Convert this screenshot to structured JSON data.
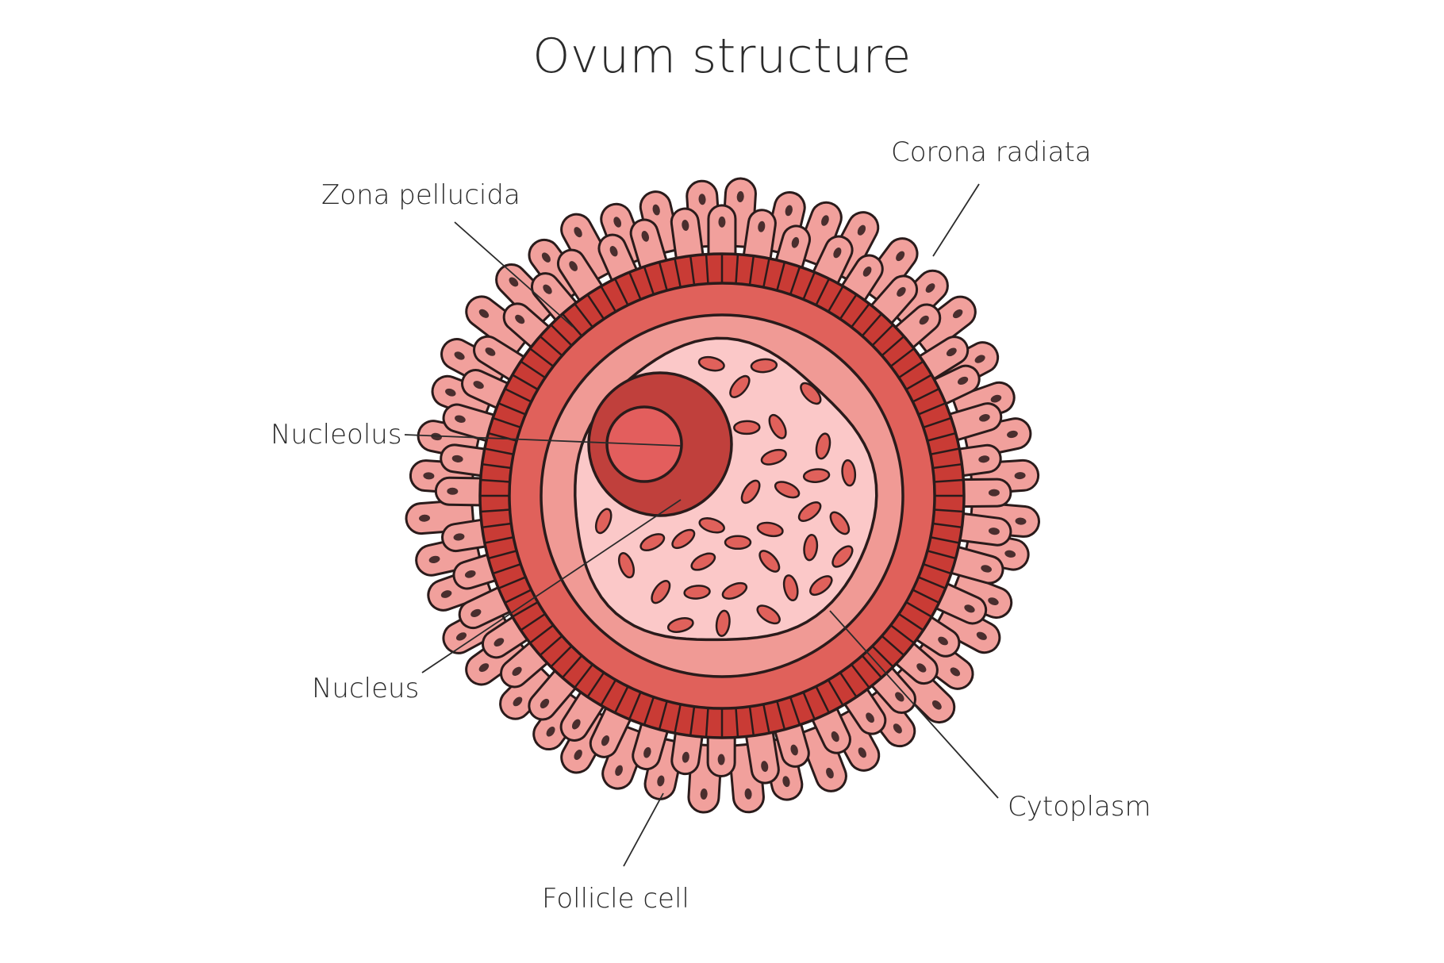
{
  "title": "Ovum structure",
  "labels": {
    "corona_radiata": "Corona radiata",
    "zona_pellucida": "Zona pellucida",
    "nucleolus": "Nucleolus",
    "nucleus": "Nucleus",
    "cytoplasm": "Cytoplasm",
    "follicle_cell": "Follicle cell"
  },
  "colors": {
    "outline": "#2a1b1b",
    "follicle_fill": "#f1a09c",
    "follicle_nucleus": "#4a2e2e",
    "zona_band": "#c93b35",
    "outer_ring": "#e0615b",
    "inner_ring": "#f09a95",
    "cytoplasm": "#fbc8c8",
    "granule": "#e0615b",
    "nucleus": "#c0403c",
    "nucleolus": "#e35e5d",
    "leader_line": "#2b2b2b"
  }
}
